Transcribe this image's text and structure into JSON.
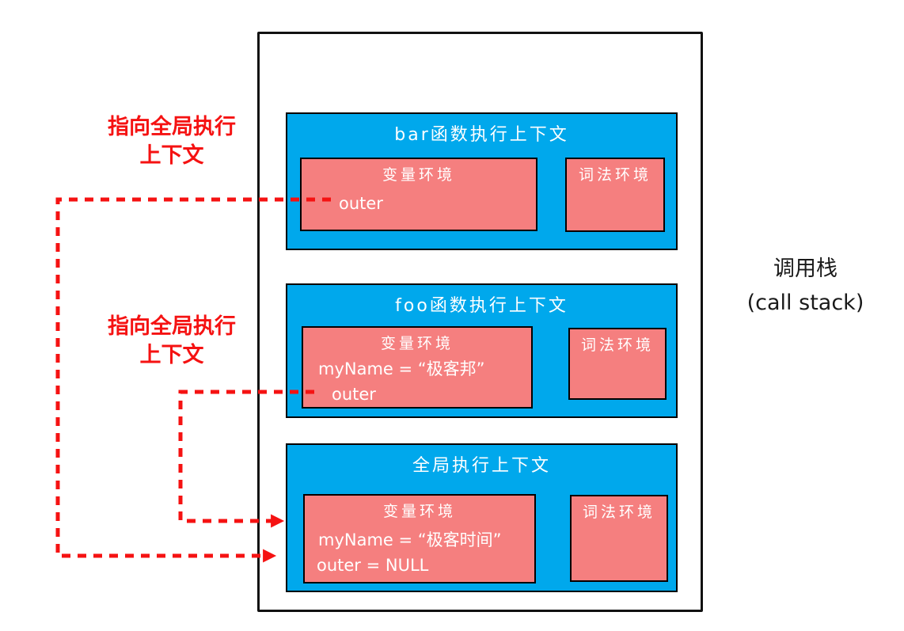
{
  "diagram": {
    "kind": "call-stack-diagram",
    "stack_label": {
      "line1": "调用栈",
      "line2": "(call stack)"
    },
    "pointer_labels": [
      {
        "line1": "指向全局执行",
        "line2": "上下文"
      },
      {
        "line1": "指向全局执行",
        "line2": "上下文"
      }
    ],
    "contexts": [
      {
        "title": "bar函数执行上下文",
        "variable_env": {
          "title": "变量环境",
          "entries": [
            "outer"
          ]
        },
        "lexical_env": {
          "title": "词法环境"
        }
      },
      {
        "title": "foo函数执行上下文",
        "variable_env": {
          "title": "变量环境",
          "entries": [
            "myName = “极客邦”",
            "outer"
          ]
        },
        "lexical_env": {
          "title": "词法环境"
        }
      },
      {
        "title": "全局执行上下文",
        "variable_env": {
          "title": "变量环境",
          "entries": [
            "myName = “极客时间”",
            "outer = NULL"
          ]
        },
        "lexical_env": {
          "title": "词法环境"
        }
      }
    ],
    "arrows": [
      {
        "from": "bar.outer",
        "to": "global-context",
        "style": "red-dashed"
      },
      {
        "from": "foo.outer",
        "to": "global-context",
        "style": "red-dashed"
      }
    ],
    "colors": {
      "blue": "#00a8ec",
      "pink": "#f57f7f",
      "red": "#f51212",
      "border": "#000000",
      "text_on_fill": "#ffffff"
    }
  }
}
